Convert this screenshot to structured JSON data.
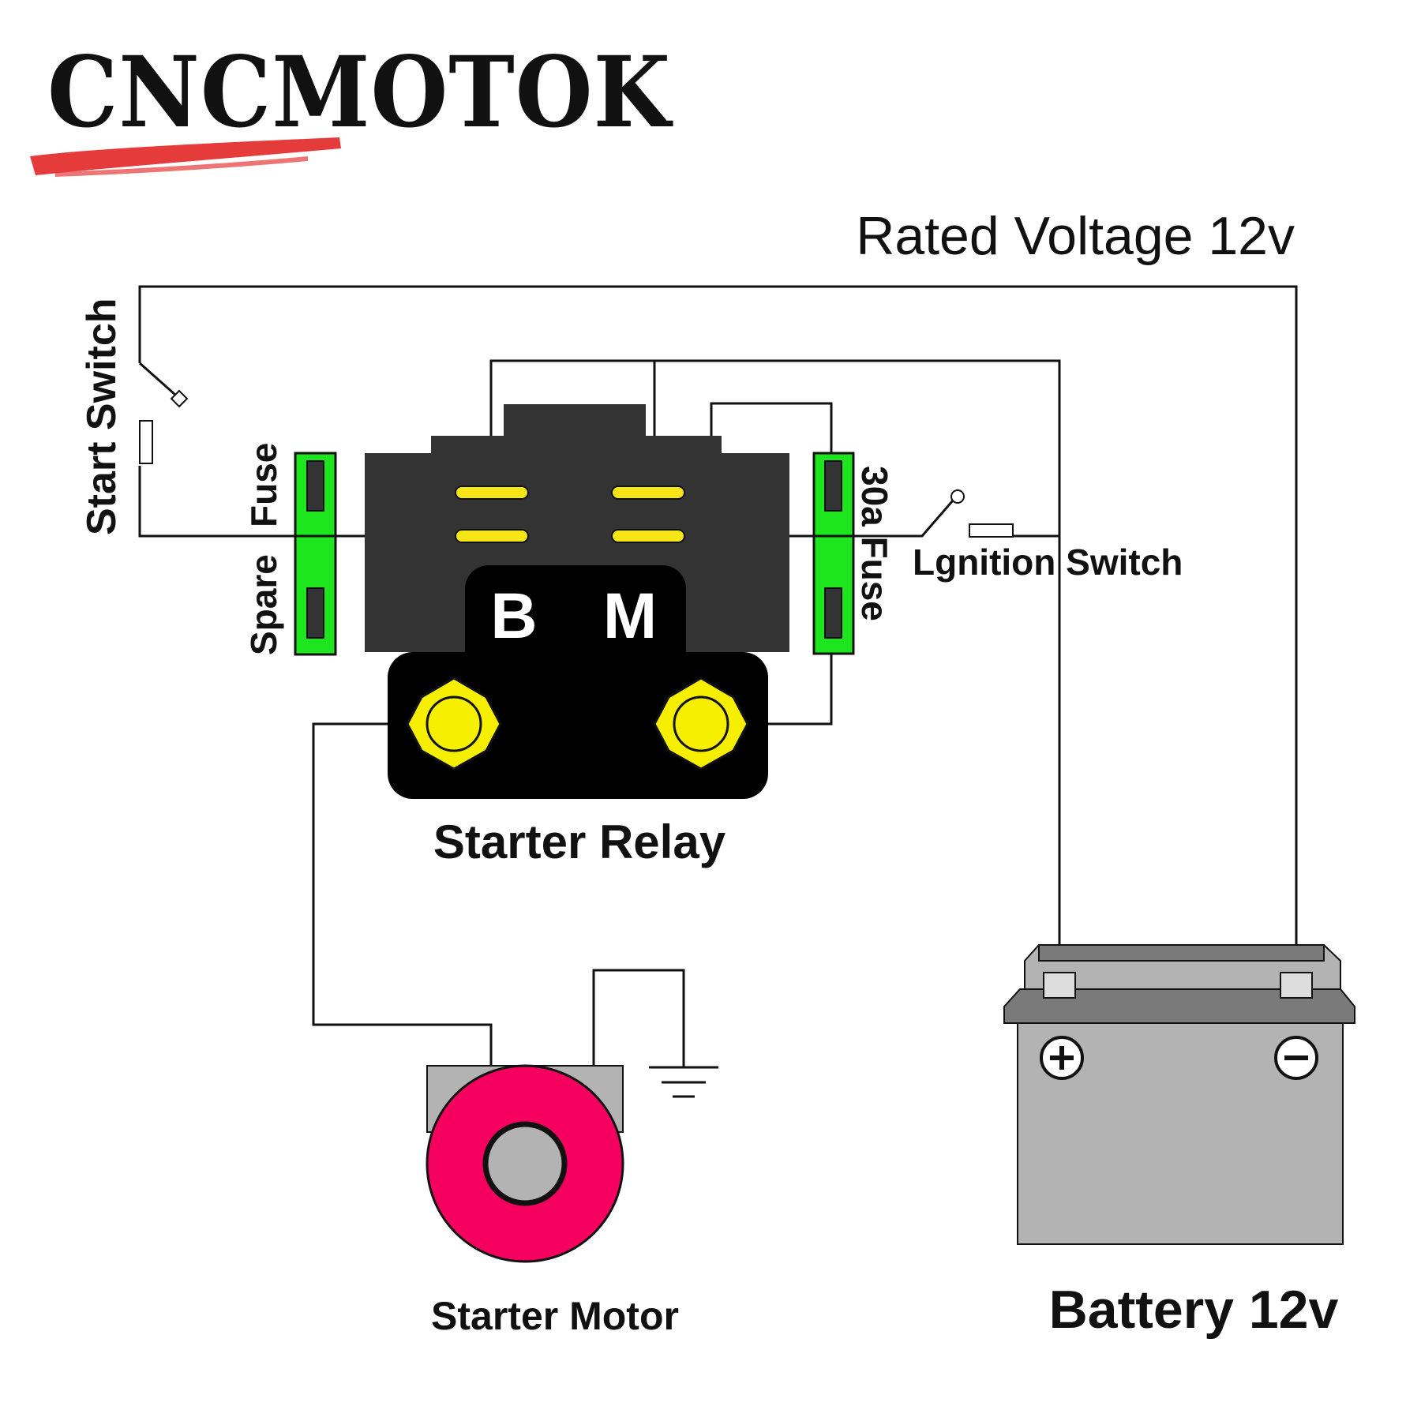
{
  "brand": {
    "name": "CNCMOTOK",
    "name_color": "#111111",
    "underline_color": "#e53b3b"
  },
  "labels": {
    "rated_voltage": "Rated Voltage 12v",
    "start_switch": "Start Switch",
    "spare_fuse_word1": "Spare",
    "spare_fuse_word2": "Fuse",
    "fuse_30a": "30a Fuse",
    "ignition_switch": "Lgnition Switch",
    "relay_terminal_b": "B",
    "relay_terminal_m": "M",
    "starter_relay": "Starter Relay",
    "starter_motor": "Starter Motor",
    "battery": "Battery 12v"
  },
  "colors": {
    "fuse_green": "#1ee61e",
    "relay_body": "#333333",
    "relay_base": "#000000",
    "terminal_yellow": "#f6f000",
    "motor_red": "#f5005f",
    "motor_case": "#b3b3b3",
    "battery_body": "#b3b3b3",
    "battery_lid": "#7a7a7a",
    "wire": "#111111"
  },
  "icons": {
    "battery_positive": "plus-icon",
    "battery_negative": "minus-icon",
    "ground": "ground-icon",
    "relay_bolt": "hex-bolt-icon"
  }
}
